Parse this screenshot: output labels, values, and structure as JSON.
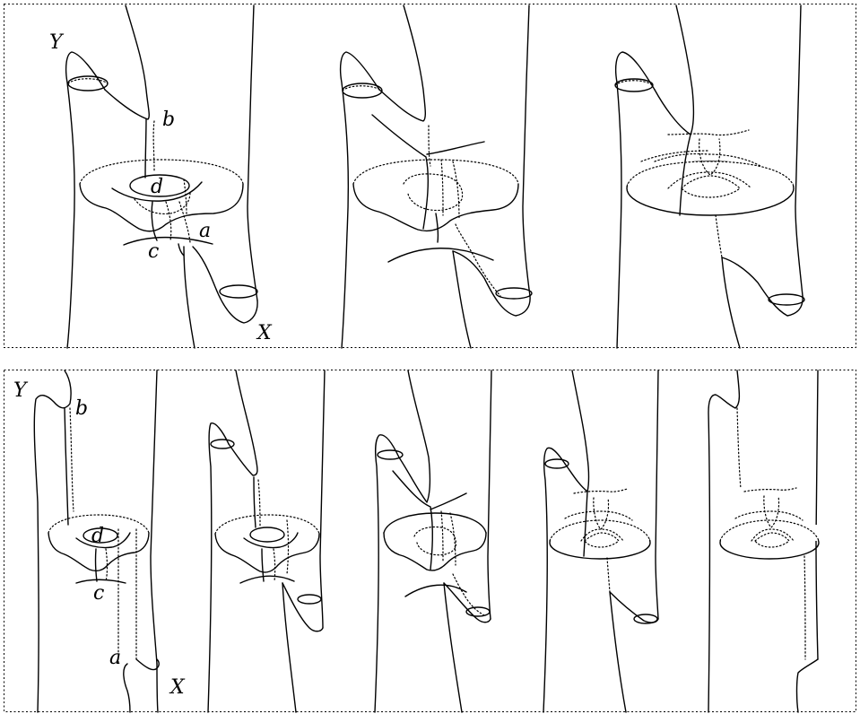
{
  "top_panel": {
    "labels": {
      "Y": "Y",
      "b": "b",
      "d": "d",
      "a": "a",
      "c": "c",
      "X": "X"
    }
  },
  "bottom_panel": {
    "labels": {
      "Y": "Y",
      "b": "b",
      "d": "d",
      "c": "c",
      "a": "a",
      "X": "X"
    }
  }
}
